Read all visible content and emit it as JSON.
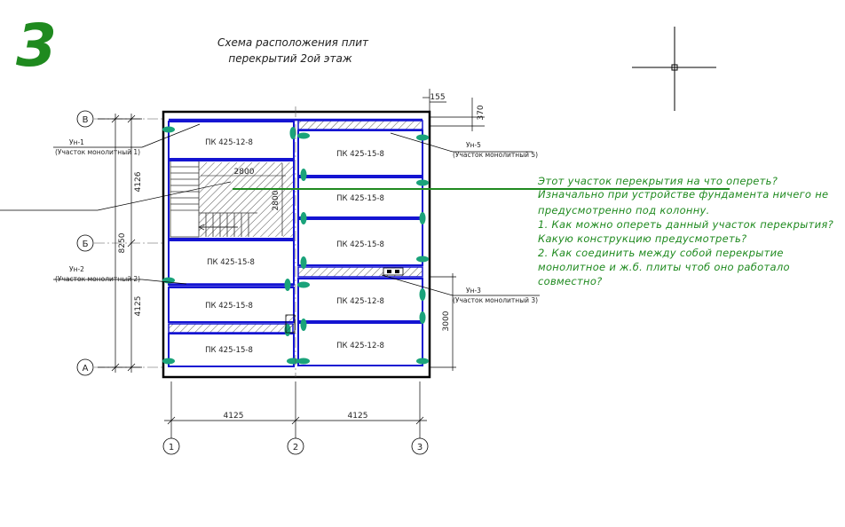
{
  "page_number": "3",
  "title": {
    "line1": "Схема расположения плит",
    "line2": "перекрытий 2ой этаж"
  },
  "slabs": [
    "ПК 425-12-8",
    "ПК 425-15-8",
    "ПК 425-15-8",
    "ПК 425-15-8",
    "ПК 425-15-8",
    "ПК 425-12-8",
    "ПК 425-15-8",
    "ПК 425-12-8",
    "ПК 425-15-8"
  ],
  "monolithic": [
    {
      "mark": "Ун-1",
      "desc": "(Участок монолитный 1)"
    },
    {
      "mark": "Ун-2",
      "desc": "(Участок монолитный 2)"
    },
    {
      "mark": "Ун-3",
      "desc": "(Участок монолитный 3)"
    },
    {
      "mark": "Ун-5",
      "desc": "(Участок монолитный 5)"
    }
  ],
  "axes": {
    "horizontal": [
      "1",
      "2",
      "3"
    ],
    "vertical": [
      "В",
      "Б",
      "А"
    ]
  },
  "dimensions": {
    "top_offset": "155",
    "top_right": "370",
    "bottom_left": "4125",
    "bottom_right": "4125",
    "left_upper": "4126",
    "left_total": "8250",
    "left_lower": "4125",
    "opening_width": "2800",
    "opening_height": "2800",
    "right_lower": "3000"
  },
  "note": {
    "lines": [
      "Этот участок перекрытия на что опереть?",
      "Изначально при устройстве фундамента ничего не",
      "предусмотренно под колонну.",
      "1.   Как можно опереть данный участок перекрытия?",
      "  Какую конструкцию предусмотреть?",
      "2. Как соединить между собой перекрытие",
      "монолитное и ж.б. плиты чтоб оно работало",
      "совместно?"
    ]
  },
  "colors": {
    "slab_outline": "#1414d2",
    "support": "#1aa37a",
    "note": "#1f8a1f",
    "page_number": "#1f8a1f",
    "lines": "#000000"
  }
}
